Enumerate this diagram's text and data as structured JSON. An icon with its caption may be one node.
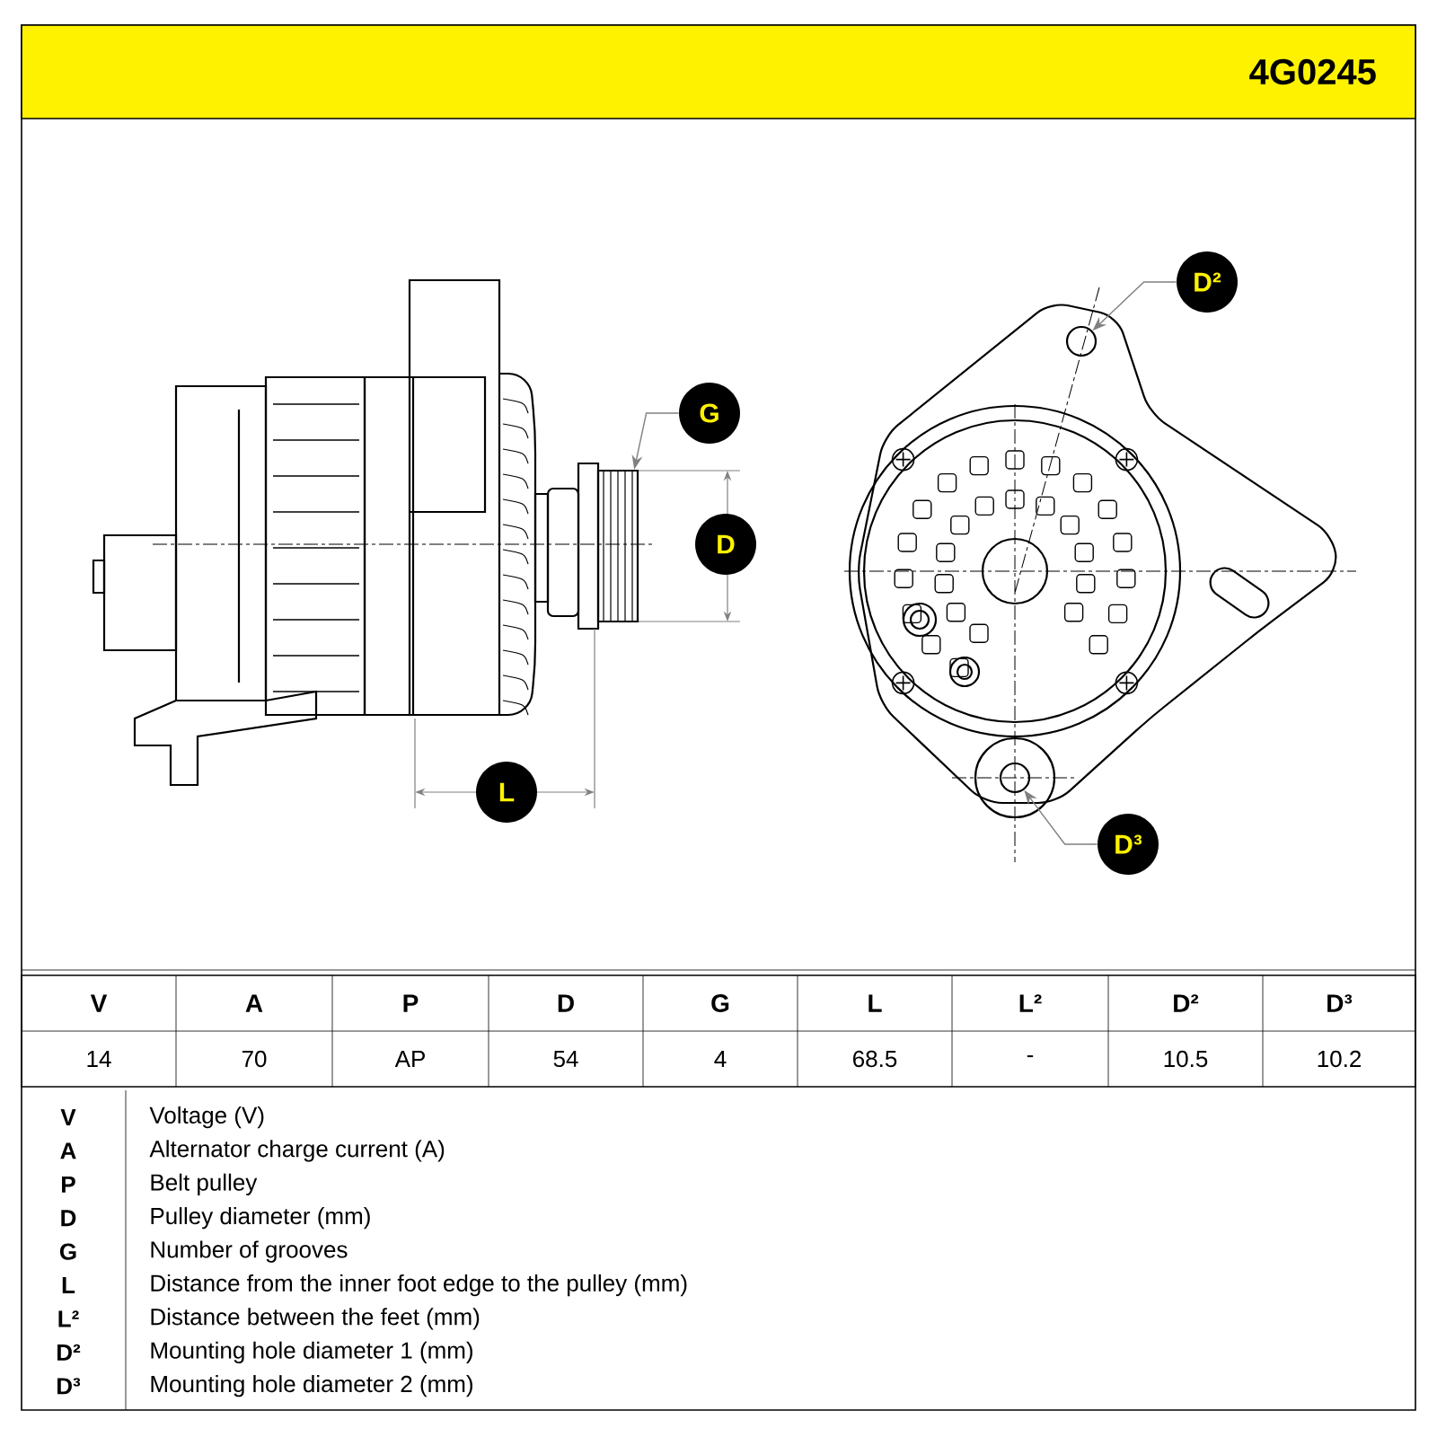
{
  "diagram": {
    "nodes": [
      {
        "text": [
          "G"
        ]
      },
      {
        "text": [
          "D"
        ]
      },
      {
        "text": [
          "L"
        ]
      },
      {
        "text": [
          "D²"
        ]
      },
      {
        "text": [
          "D³"
        ]
      },
      {
        "text": [],
        "shape": "circle"
      },
      {
        "text": [],
        "shape": "circle"
      },
      {
        "text": [],
        "shape": "box"
      }
    ],
    "edges": [
      {
        "from": 0,
        "to": 7,
        "arrow": "to"
      },
      {
        "from": 3,
        "to": 5,
        "arrow": "to"
      },
      {
        "from": 4,
        "to": 6,
        "arrow": "to"
      }
    ],
    "labels": [
      "4G0245",
      "V",
      "A",
      "P",
      "D",
      "G",
      "L",
      "L²",
      "D²",
      "D³",
      "14",
      "70",
      "AP",
      "54",
      "4",
      "68.5",
      "-",
      "10.5",
      "10.2",
      "V",
      "Voltage (V)",
      "A",
      "Alternator charge current (A)",
      "P",
      "Belt pulley",
      "D",
      "Pulley diameter (mm)",
      "G",
      "Number of grooves",
      "L",
      "Distance from the inner foot edge to the pulley (mm)",
      "L²",
      "Distance between the feet (mm)",
      "D²",
      "Mounting hole diameter 1 (mm)",
      "D³",
      "Mounting hole diameter 2 (mm)"
    ]
  }
}
